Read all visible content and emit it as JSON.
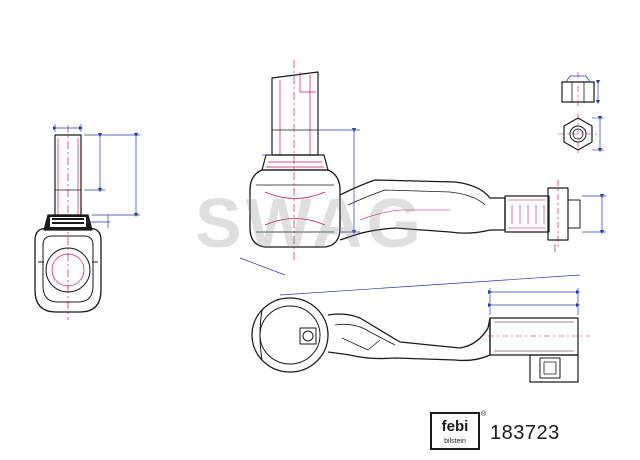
{
  "drawing": {
    "part_number": "183723",
    "watermark_text": "SWAG",
    "logo": {
      "brand": "febi",
      "sub": "bilstein",
      "registered_mark": "®"
    },
    "colors": {
      "outline": "#1a1a1a",
      "dimension_lines": "#2b3aa8",
      "hidden_lines": "#c2185b",
      "watermark": "#8c8c8c"
    },
    "views": [
      "left-side-view",
      "top-view",
      "bottom-view",
      "nut-side-view",
      "nut-top-view"
    ]
  }
}
